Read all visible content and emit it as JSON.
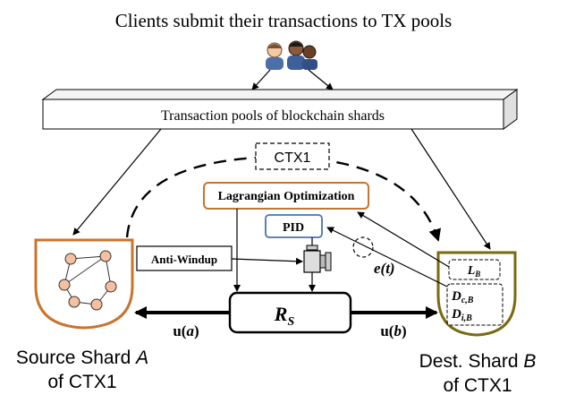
{
  "header": {
    "title": "Clients submit their transactions to TX pools"
  },
  "pool": {
    "label": "Transaction pools of blockchain shards"
  },
  "ctx": {
    "label": "CTX1"
  },
  "optimizer": {
    "label": "Lagrangian Optimization"
  },
  "pid": {
    "label": "PID"
  },
  "antiwindup": {
    "label": "Anti-Windup"
  },
  "rs": {
    "label": "R",
    "sub": "S"
  },
  "error": {
    "label": "e(t)"
  },
  "flows": {
    "left": {
      "label": "u(",
      "var": "a",
      "close": ")"
    },
    "right": {
      "label": "u(",
      "var": "b",
      "close": ")"
    }
  },
  "dest_box": {
    "lb": {
      "label": "L",
      "sub": "B"
    },
    "dcb": {
      "label": "D",
      "sub": "c,B"
    },
    "dib": {
      "label": "D",
      "sub": "i,B"
    }
  },
  "source": {
    "line1": "Source Shard ",
    "var": "A",
    "line2": "of CTX1"
  },
  "dest": {
    "line1": "Dest. Shard ",
    "var": "B",
    "line2": "of CTX1"
  },
  "colors": {
    "orange": "#c8742f",
    "olive": "#7a6a10",
    "blue": "#4a72b8",
    "node": "#f5c0a0"
  }
}
